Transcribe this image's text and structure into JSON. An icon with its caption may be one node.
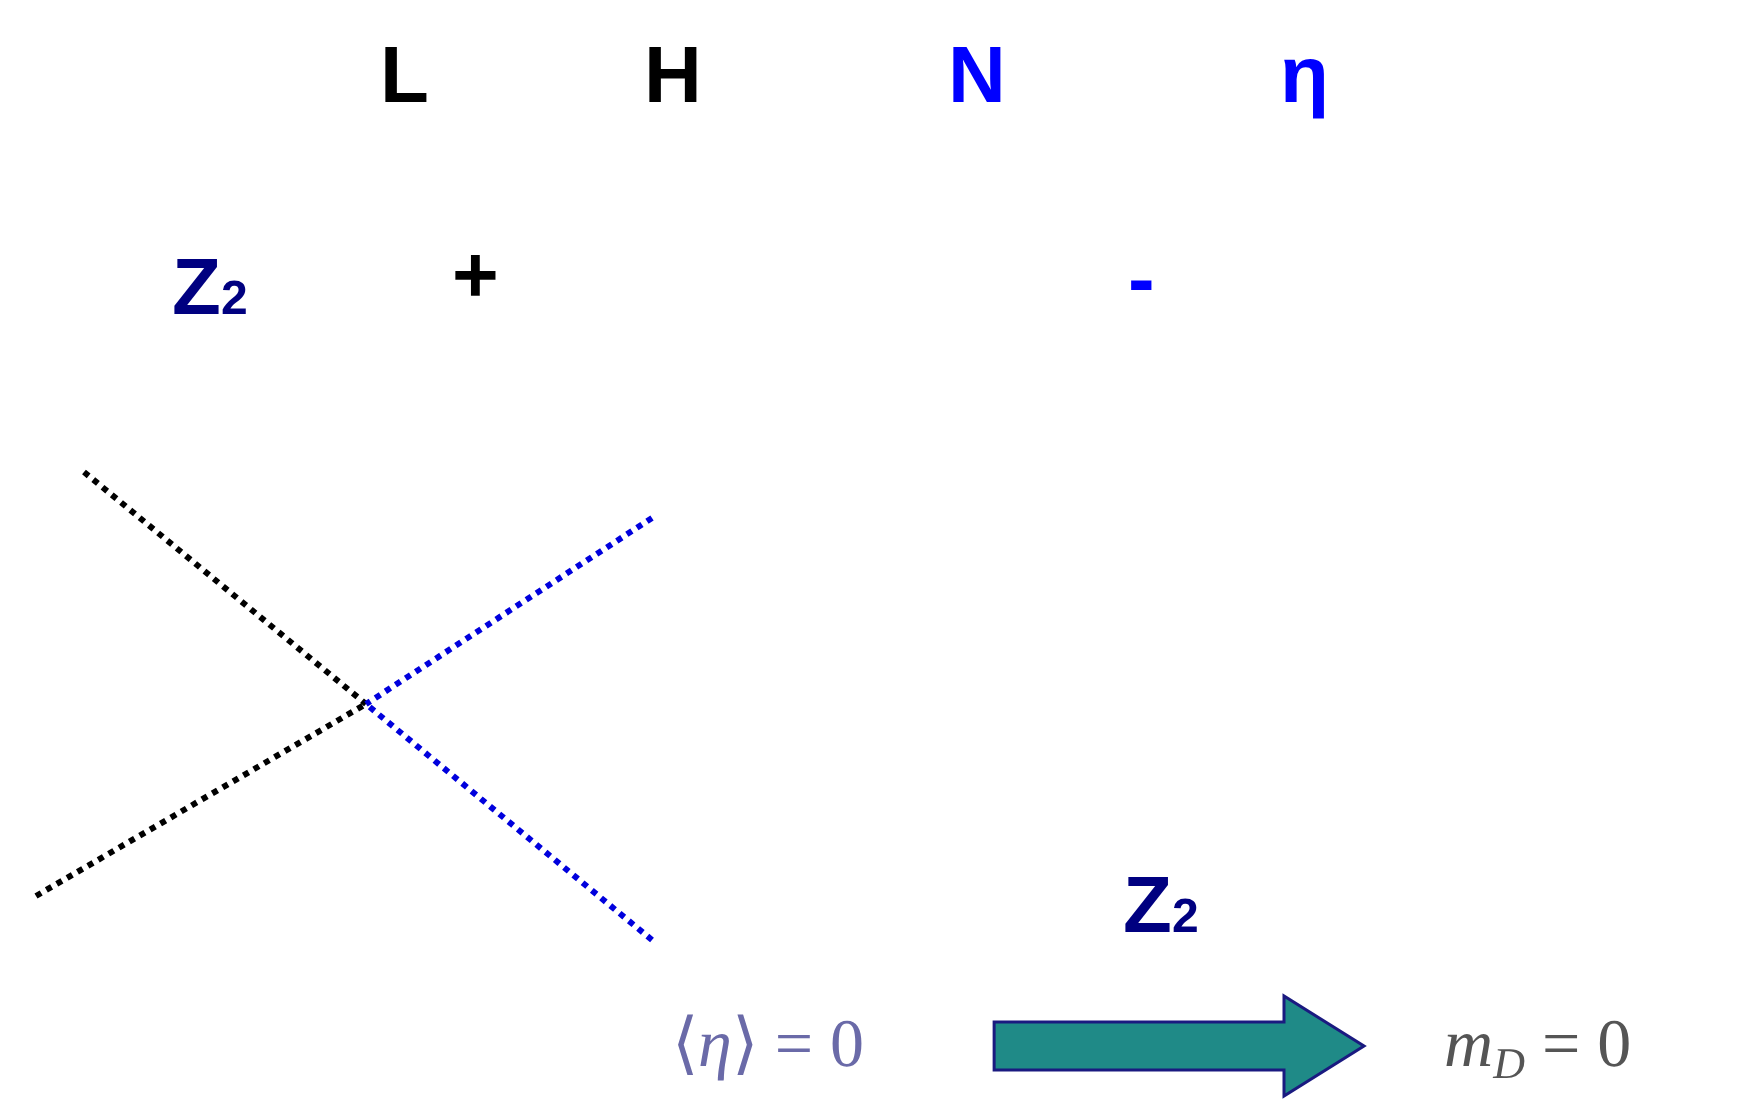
{
  "diagram": {
    "nodes": [
      {
        "text": [
          "⟨*η*⟩ = 0"
        ]
      },
      {
        "text": [
          "*m*$_{D}$ = 0"
        ]
      }
    ],
    "edges": [
      {
        "from": 0,
        "to": 1,
        "arrow": "to",
        "label": "Z$_{2}$"
      }
    ],
    "labels": [
      "L",
      "H",
      "N",
      "η",
      "Z$_{2}$",
      "+",
      "-"
    ]
  }
}
